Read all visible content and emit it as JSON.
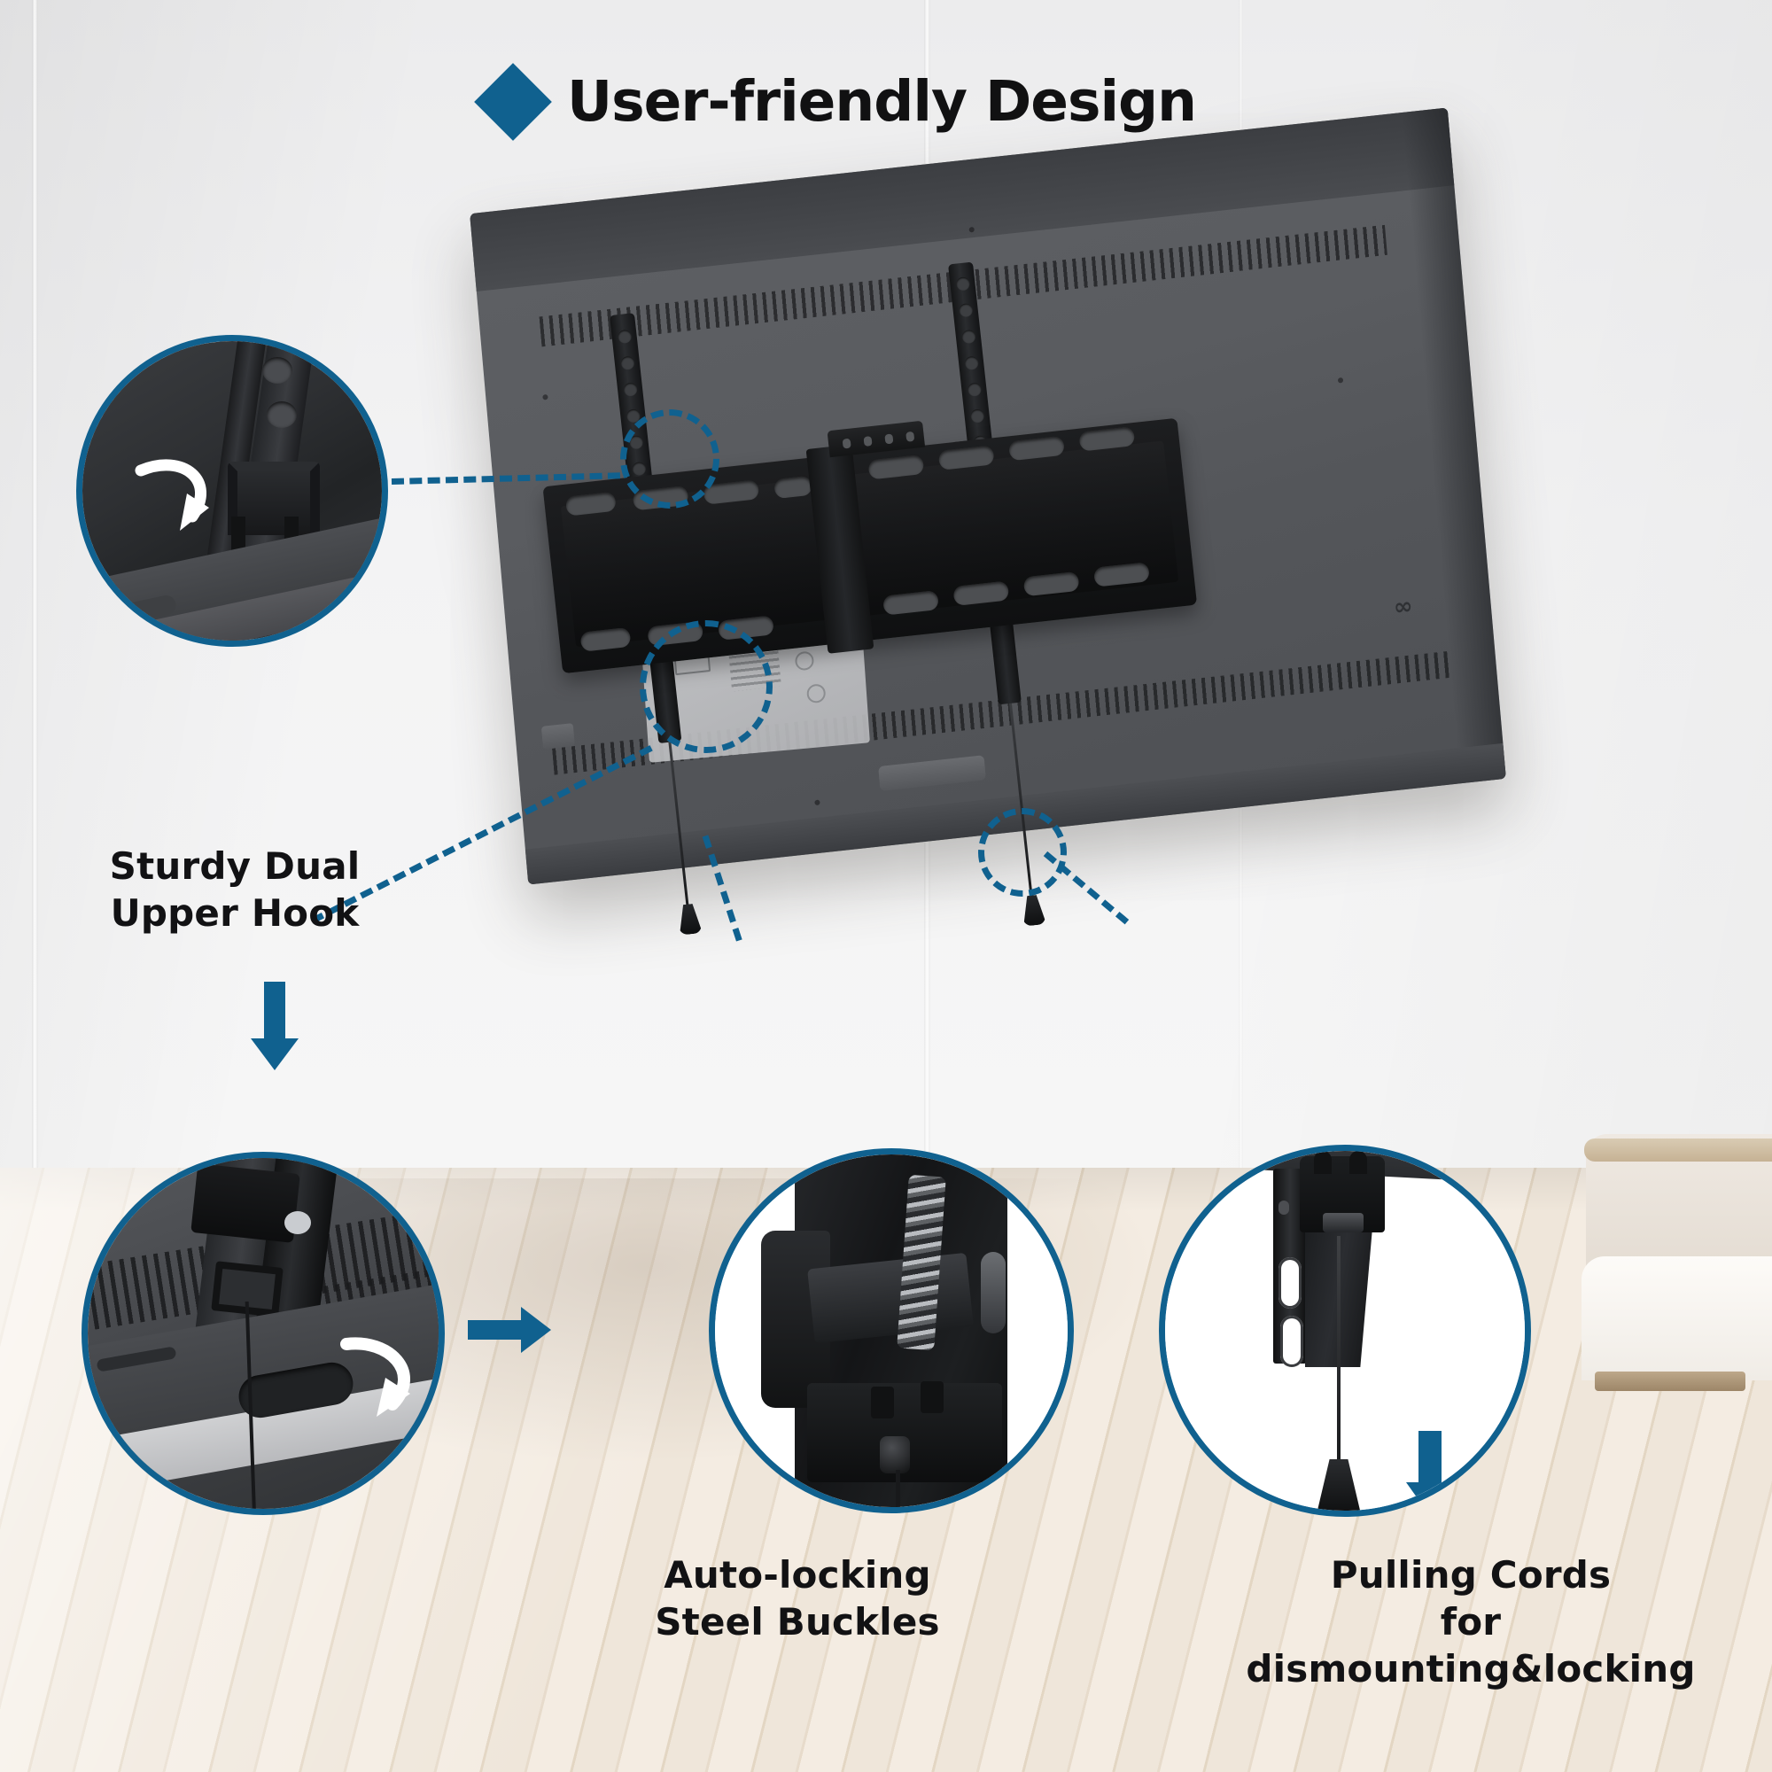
{
  "theme": {
    "accent": "#10618f",
    "accent_dark": "#0d5275",
    "text": "#121214",
    "wall": "#f1f1f2",
    "floor": "#ece2d4",
    "tv_body": "#595b5f",
    "mount_black": "#17181a"
  },
  "header": {
    "bullet_icon": "diamond-bullet-icon",
    "title": "User-friendly Design"
  },
  "scene": {
    "product_name": "tilting-tv-wall-mount",
    "tv_label": "tv-back-panel",
    "floor_label": "wood-floor",
    "wall_label": "white-wall",
    "sofa_label": "sofa"
  },
  "callouts": [
    {
      "id": "sturdy-dual-upper-hook",
      "label": "Sturdy Dual\nUpper Hook",
      "detail_icon": "upper-hook-detail",
      "rotate_icon": "curved-hook-arrow-icon",
      "position": "top-left"
    },
    {
      "id": "lower-lock-detail",
      "label": "",
      "detail_icon": "lower-lock-detail",
      "rotate_icon": "curved-lock-arrow-icon",
      "position": "bottom-left"
    },
    {
      "id": "auto-locking-steel-buckles",
      "label": "Auto-locking\nSteel Buckles",
      "detail_icon": "steel-buckle-detail",
      "position": "bottom-center"
    },
    {
      "id": "pulling-cords",
      "label": "Pulling Cords\nfor dismounting&locking",
      "detail_icon": "pulling-cord-detail",
      "arrow_icon": "arrow-down-icon",
      "position": "bottom-right"
    }
  ],
  "connectors": [
    {
      "id": "hook-connector",
      "style": "dashed",
      "from": "tv-upper-hook",
      "to": "callout-upper-hook"
    },
    {
      "id": "lock-connector",
      "style": "dashed",
      "from": "tv-lower-lock",
      "to": "callout-lower-lock"
    },
    {
      "id": "buckle-connector",
      "style": "dashed",
      "from": "tv-cord-left",
      "to": "callout-buckles"
    },
    {
      "id": "cord-connector",
      "style": "dashed",
      "from": "tv-cord-right",
      "to": "callout-cords"
    }
  ],
  "markers": [
    {
      "id": "upper-hook-marker",
      "shape": "dashed-circle"
    },
    {
      "id": "lower-lock-marker",
      "shape": "dashed-circle"
    },
    {
      "id": "right-cord-marker",
      "shape": "dashed-circle"
    }
  ],
  "arrows": [
    {
      "id": "down-arrow-left",
      "direction": "down"
    },
    {
      "id": "right-arrow-middle",
      "direction": "right"
    },
    {
      "id": "down-arrow-cord",
      "direction": "down"
    }
  ]
}
